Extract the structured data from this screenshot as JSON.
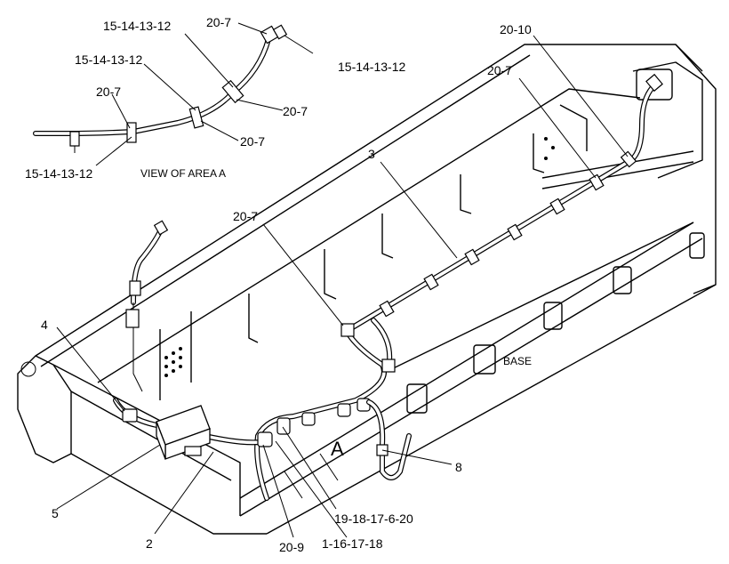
{
  "callouts": {
    "c_15_14_13_12_top": "15-14-13-12",
    "c_20_7_top": "20-7",
    "c_15_14_13_12_left": "15-14-13-12",
    "c_15_14_13_12_right": "15-14-13-12",
    "c_20_7_left": "20-7",
    "c_20_7_mid_right": "20-7",
    "c_20_7_mid_lower": "20-7",
    "c_15_14_13_12_bottom": "15-14-13-12",
    "view_area": "VIEW OF AREA  A",
    "c_20_10": "20-10",
    "c_20_7_frame_right": "20-7",
    "c_3": "3",
    "c_20_7_frame_center": "20-7",
    "c_4": "4",
    "base": "BASE",
    "area_a": "A",
    "c_8": "8",
    "c_5": "5",
    "c_19_18_17_6_20": "19-18-17-6-20",
    "c_2": "2",
    "c_20_9": "20-9",
    "c_1_16_17_18": "1-16-17-18"
  }
}
